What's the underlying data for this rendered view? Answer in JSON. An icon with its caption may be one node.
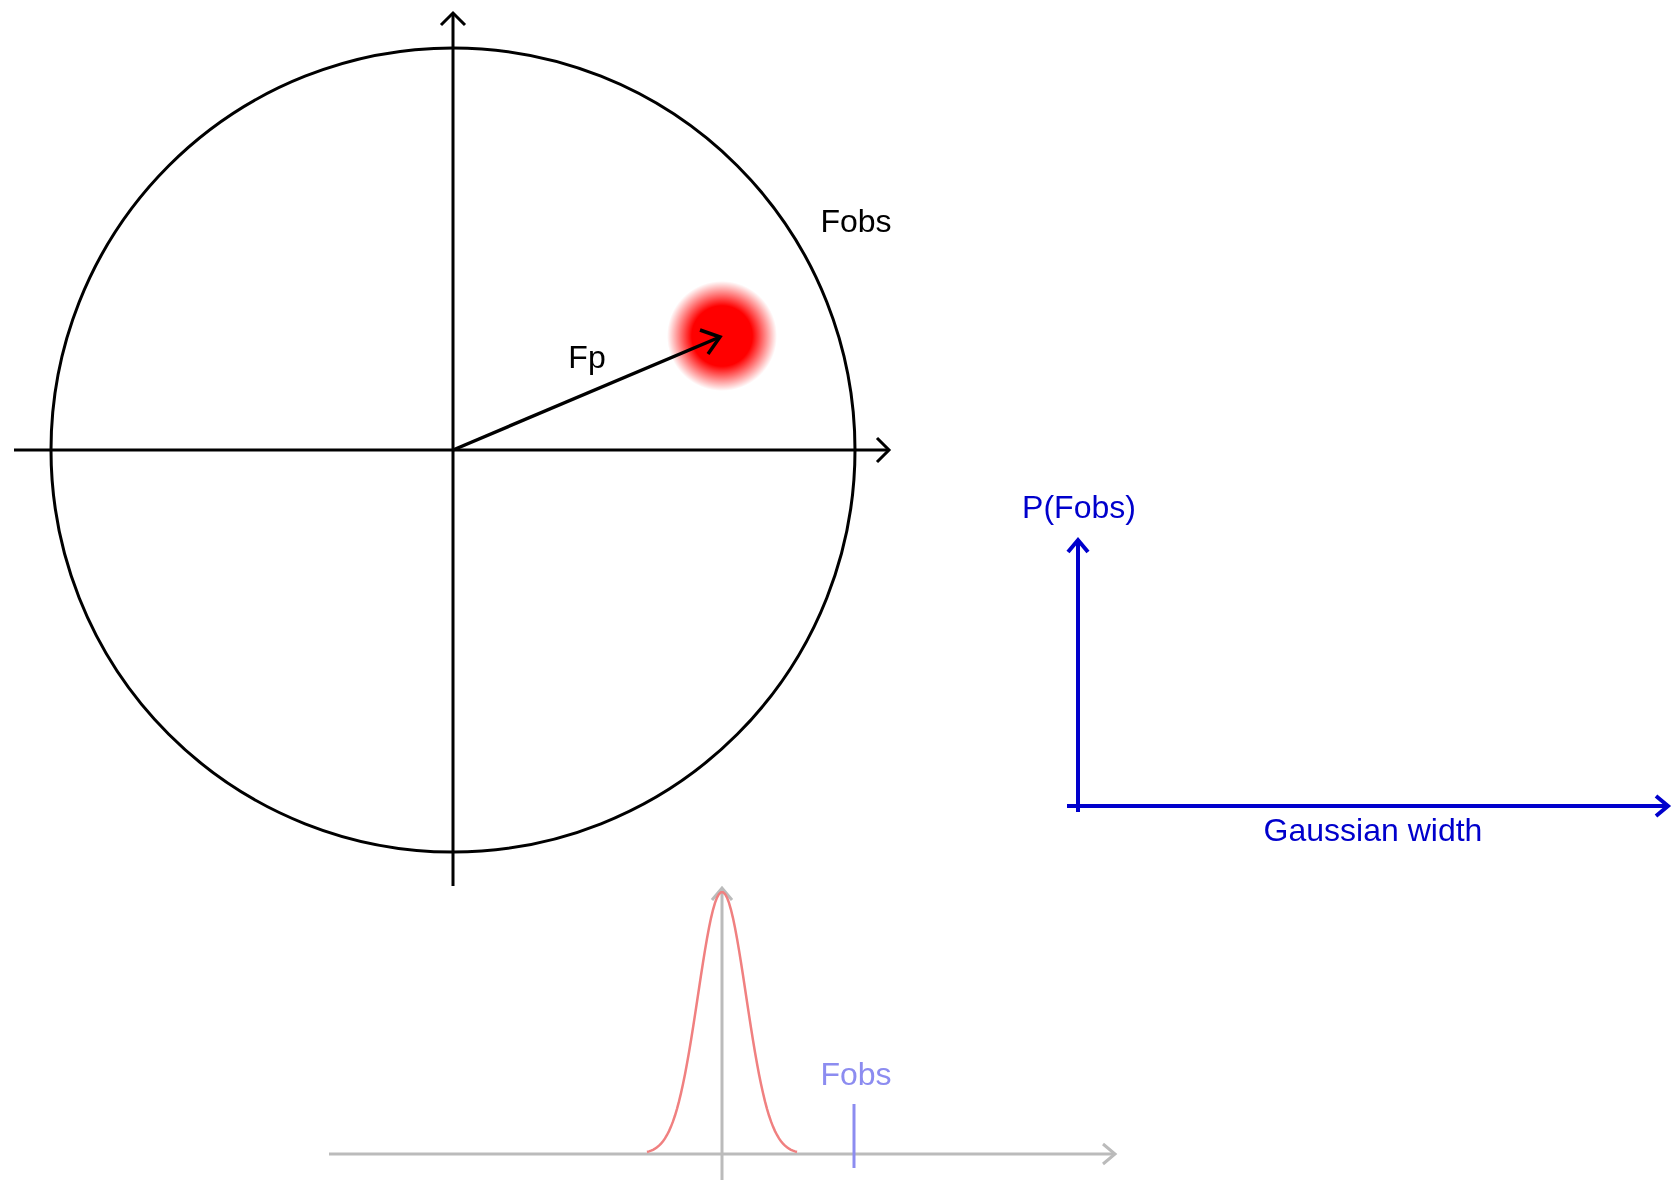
{
  "diagram": {
    "nodes": [
      {
        "text": [],
        "shape": "circle"
      }
    ],
    "labels": [
      "Fobs",
      "Fp",
      "P(Fobs)",
      "Gaussian width",
      "Fobs"
    ]
  }
}
